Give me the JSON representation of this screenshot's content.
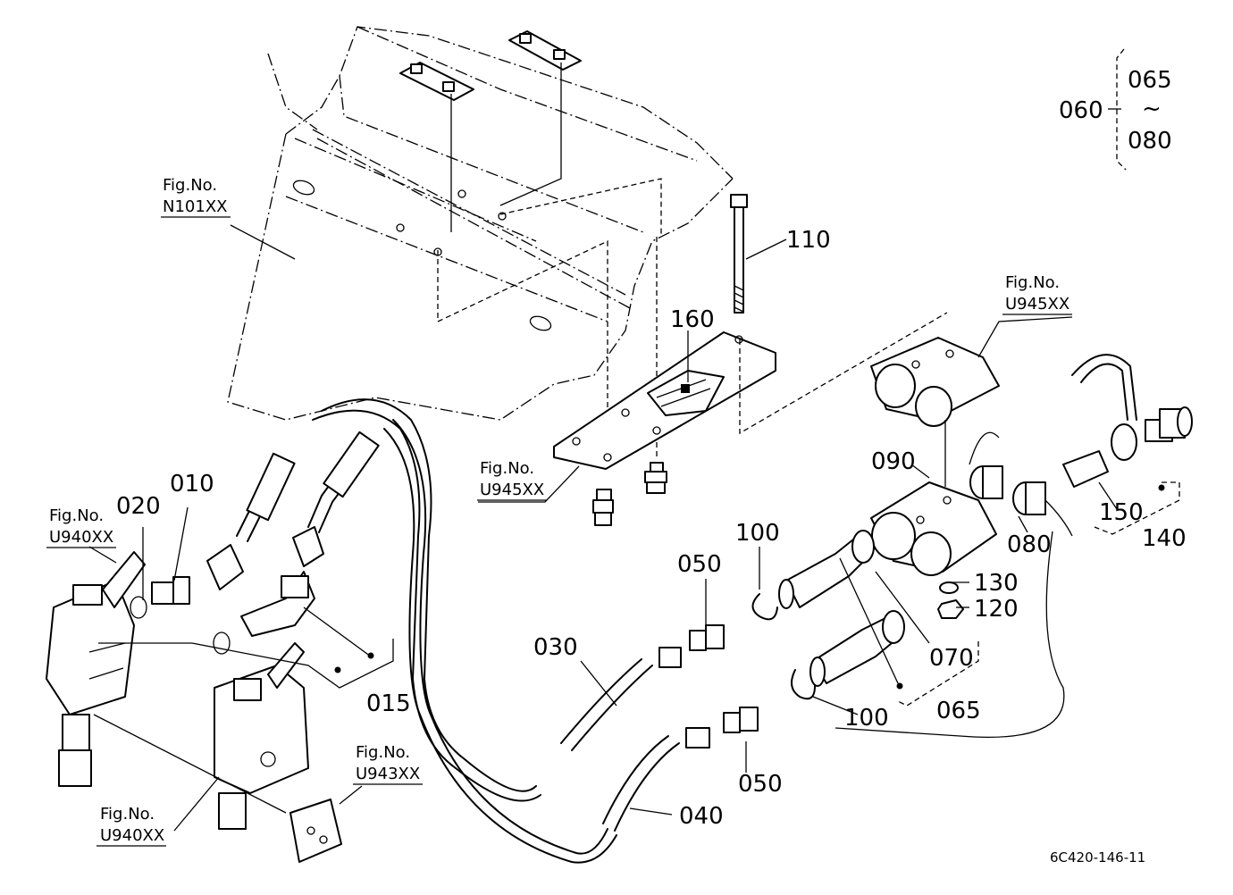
{
  "drawing_code": "6C420-146-11",
  "fig_refs": [
    {
      "id": "n101",
      "line1": "Fig.No.",
      "line2": "N101XX"
    },
    {
      "id": "u945-top",
      "line1": "Fig.No.",
      "line2": "U945XX"
    },
    {
      "id": "u945-mid",
      "line1": "Fig.No.",
      "line2": "U945XX"
    },
    {
      "id": "u940-top",
      "line1": "Fig.No.",
      "line2": "U940XX"
    },
    {
      "id": "u940-bot",
      "line1": "Fig.No.",
      "line2": "U940XX"
    },
    {
      "id": "u943",
      "line1": "Fig.No.",
      "line2": "U943XX"
    }
  ],
  "part_labels": {
    "p060": "060",
    "p065_a": "065",
    "range_sep": "~",
    "p080_a": "080",
    "p110": "110",
    "p160": "160",
    "p090": "090",
    "p080_b": "080",
    "p150": "150",
    "p140": "140",
    "p100_a": "100",
    "p050_a": "050",
    "p130": "130",
    "p120": "120",
    "p070": "070",
    "p065_b": "065",
    "p100_b": "100",
    "p030": "030",
    "p050_b": "050",
    "p040": "040",
    "p010": "010",
    "p020": "020",
    "p015": "015"
  }
}
